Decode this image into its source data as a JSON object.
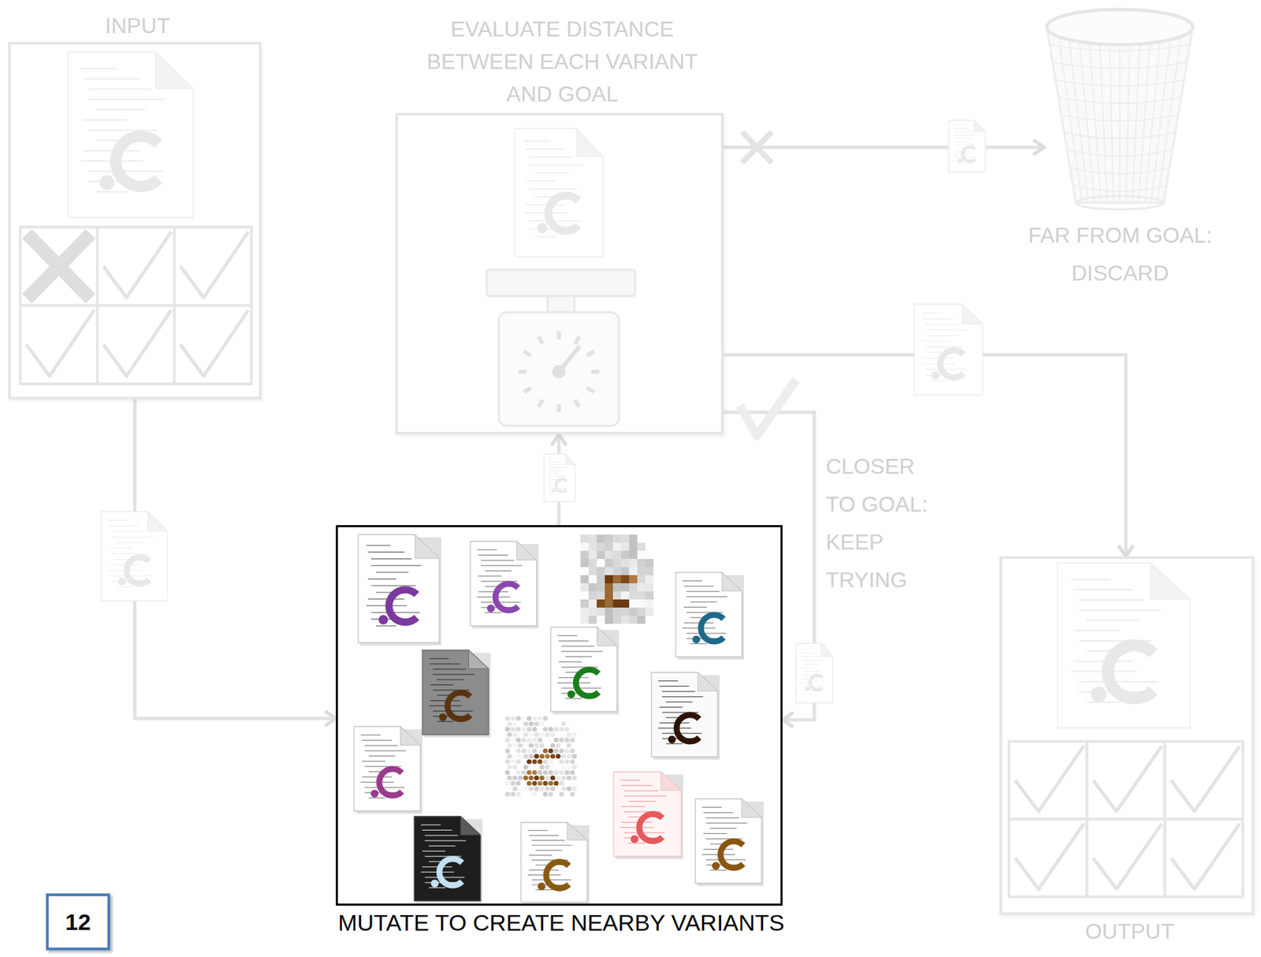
{
  "diagram": {
    "nodes": [
      {
        "text": [
          "INPUT"
        ]
      },
      {
        "text": [
          "EVALUATE DISTANCE BETWEEN EACH VARIANT AND GOAL"
        ]
      },
      {
        "text": [
          "FAR FROM GOAL: DISCARD"
        ]
      },
      {
        "text": [
          "MUTATE TO CREATE NEARBY VARIANTS"
        ]
      },
      {
        "text": [
          "OUTPUT"
        ]
      }
    ],
    "edges": [
      {
        "from": 0,
        "to": 3,
        "arrow": "to"
      },
      {
        "from": 3,
        "to": 1,
        "arrow": "to"
      },
      {
        "from": 1,
        "to": 2,
        "arrow": "to"
      },
      {
        "from": 1,
        "to": 3,
        "arrow": "to",
        "label": "CLOSER TO GOAL: KEEP TRYING"
      },
      {
        "from": 1,
        "to": 4,
        "arrow": "to"
      }
    ],
    "labels": [
      "12"
    ]
  }
}
